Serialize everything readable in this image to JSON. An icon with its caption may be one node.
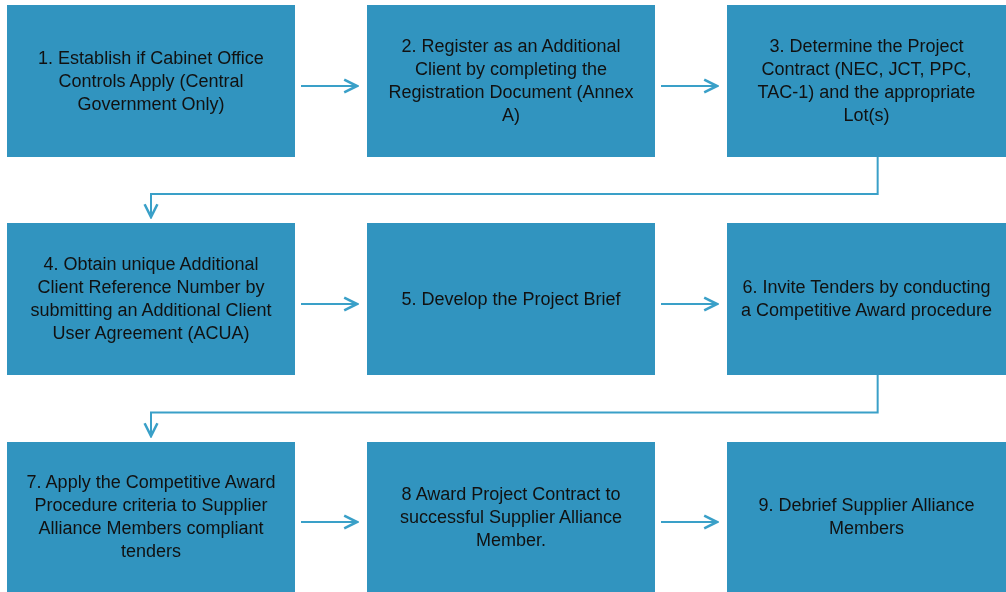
{
  "diagram": {
    "nodes": [
      {
        "text": [
          "1.  Establish if Cabinet Office Controls Apply (Central Government Only)"
        ]
      },
      {
        "text": [
          "2. Register as an Additional Client by completing the Registration Document (Annex A)"
        ]
      },
      {
        "text": [
          "3.  Determine the Project Contract (NEC, JCT, PPC, TAC-1) and the appropriate Lot(s)"
        ]
      },
      {
        "text": [
          "4.  Obtain unique Additional Client Reference Number by submitting an Additional Client User Agreement (ACUA)"
        ]
      },
      {
        "text": [
          "5.  Develop the Project Brief"
        ]
      },
      {
        "text": [
          "6.  Invite Tenders by conducting a Competitive Award procedure"
        ]
      },
      {
        "text": [
          "7. Apply the Competitive Award Procedure criteria to Supplier Alliance Members compliant tenders"
        ]
      },
      {
        "text": [
          "8 Award Project Contract to successful Supplier Alliance Member."
        ]
      },
      {
        "text": [
          "9. Debrief Supplier Alliance Members"
        ]
      }
    ],
    "edges": [
      {
        "from": 0,
        "to": 1,
        "arrow": "to"
      },
      {
        "from": 1,
        "to": 2,
        "arrow": "to"
      },
      {
        "from": 2,
        "to": 3,
        "arrow": "to"
      },
      {
        "from": 3,
        "to": 4,
        "arrow": "to"
      },
      {
        "from": 4,
        "to": 5,
        "arrow": "to"
      },
      {
        "from": 5,
        "to": 6,
        "arrow": "to"
      },
      {
        "from": 6,
        "to": 7,
        "arrow": "to"
      },
      {
        "from": 7,
        "to": 8,
        "arrow": "to"
      }
    ]
  }
}
